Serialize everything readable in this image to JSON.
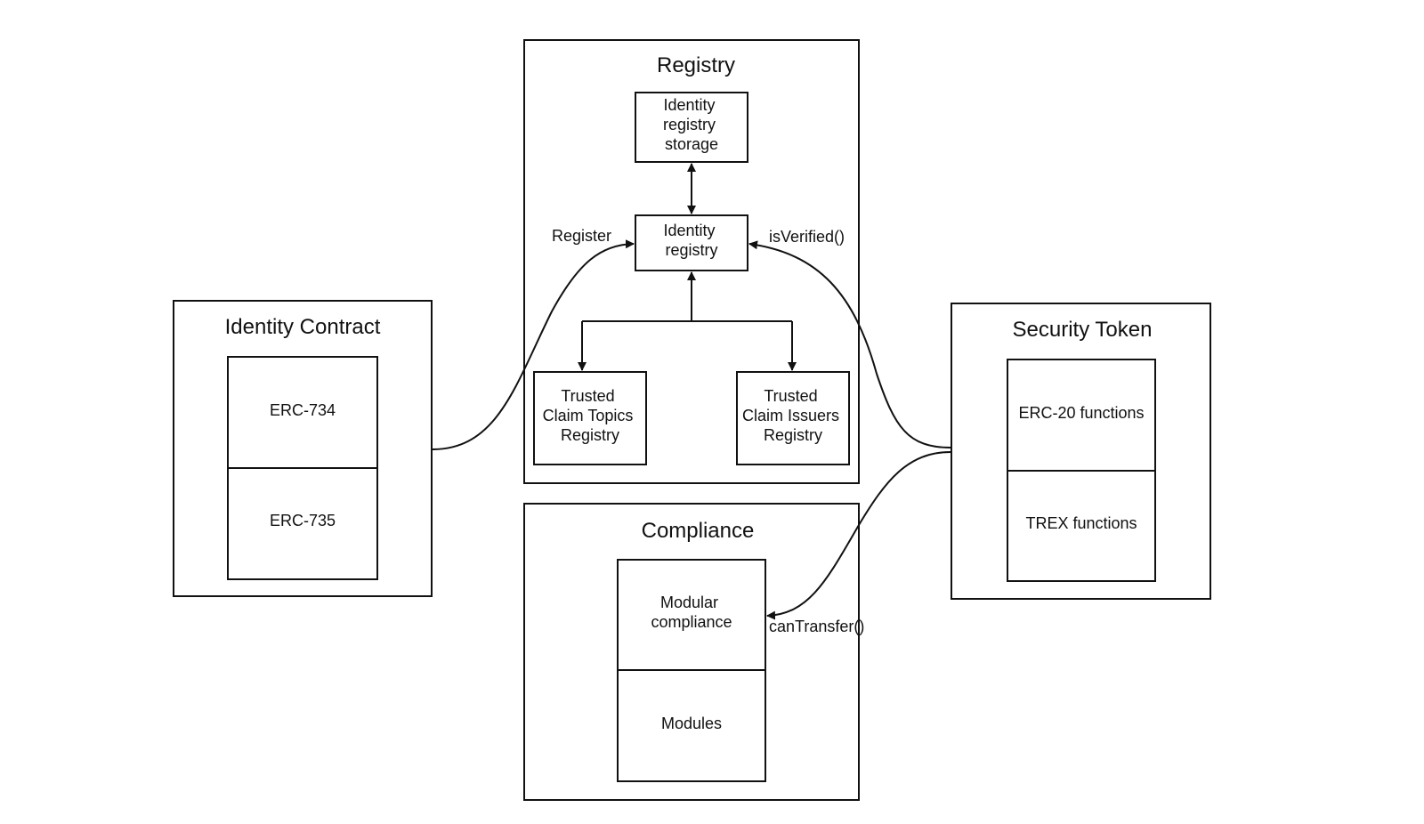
{
  "containers": {
    "identity_contract": {
      "title": "Identity Contract",
      "top_label": "ERC-734",
      "bottom_label": "ERC-735"
    },
    "registry": {
      "title": "Registry",
      "storage_label": [
        "Identity",
        "registry",
        "storage"
      ],
      "identity_registry_label": [
        "Identity",
        "registry"
      ],
      "topics_label": [
        "Trusted",
        "Claim Topics",
        "Registry"
      ],
      "issuers_label": [
        "Trusted",
        "Claim Issuers",
        "Registry"
      ]
    },
    "compliance": {
      "title": "Compliance",
      "top_label": [
        "Modular",
        "compliance"
      ],
      "bottom_label": "Modules"
    },
    "security_token": {
      "title": "Security Token",
      "top_label": "ERC-20 functions",
      "bottom_label": "TREX functions"
    }
  },
  "edges": {
    "register": "Register",
    "is_verified": "isVerified()",
    "can_transfer": "canTransfer()"
  }
}
